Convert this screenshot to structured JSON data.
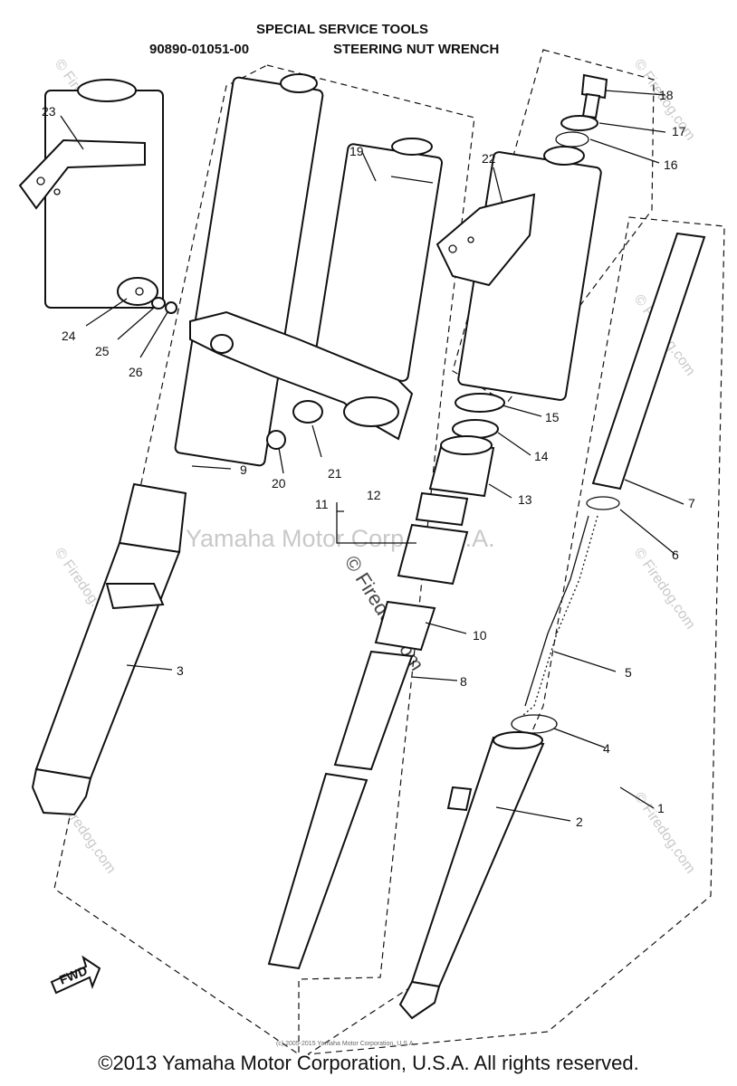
{
  "header": {
    "line1": "SPECIAL SERVICE TOOLS",
    "part_number": "90890-01051-00",
    "tool_name": "STEERING NUT WRENCH"
  },
  "callouts": [
    "1",
    "2",
    "3",
    "4",
    "5",
    "6",
    "7",
    "8",
    "9",
    "10",
    "11",
    "12",
    "13",
    "14",
    "15",
    "16",
    "17",
    "18",
    "19",
    "20",
    "21",
    "22",
    "23",
    "24",
    "25",
    "26"
  ],
  "fwd_label": "FWD",
  "watermarks": {
    "main": "Yamaha Motor Corp., U.S.A.",
    "site": "© Firedog.com",
    "small": "© Firedog.com"
  },
  "small_copyright": "(c) 2005-2015 Yamaha Motor Corporation, U.S.A.",
  "footer": "©2013 Yamaha Motor Corporation, U.S.A. All rights reserved."
}
